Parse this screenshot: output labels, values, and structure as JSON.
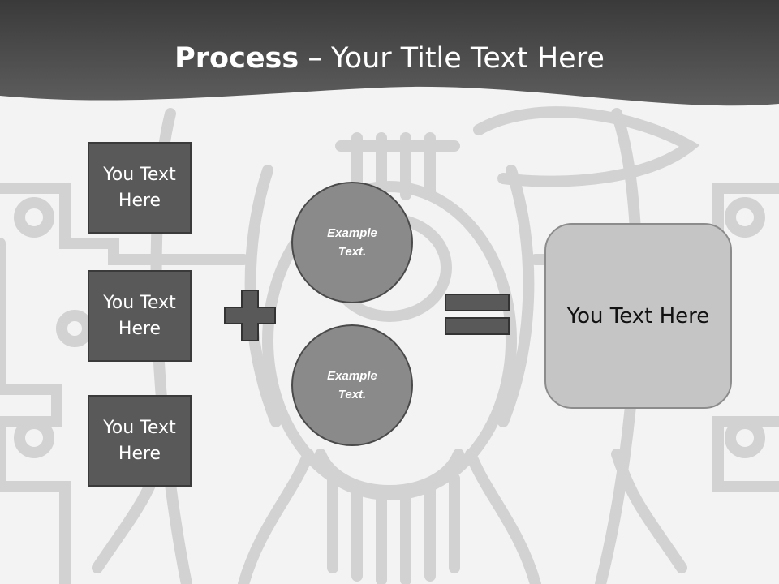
{
  "slide": {
    "title_bold": "Process",
    "title_rest": " – Your Title Text Here"
  },
  "inputs": [
    {
      "label": "You Text Here"
    },
    {
      "label": "You Text Here"
    },
    {
      "label": "You Text Here"
    }
  ],
  "circles": [
    {
      "label": "Example Text."
    },
    {
      "label": "Example Text."
    }
  ],
  "result": {
    "label": "You Text Here"
  },
  "colors": {
    "header": "#4a4a4a",
    "box_fill": "#595959",
    "circle_fill": "#8a8a8a",
    "result_fill": "#c5c5c5",
    "background": "#f3f3f3"
  },
  "icons": {
    "plus": "plus-icon",
    "equals": "equals-icon"
  }
}
